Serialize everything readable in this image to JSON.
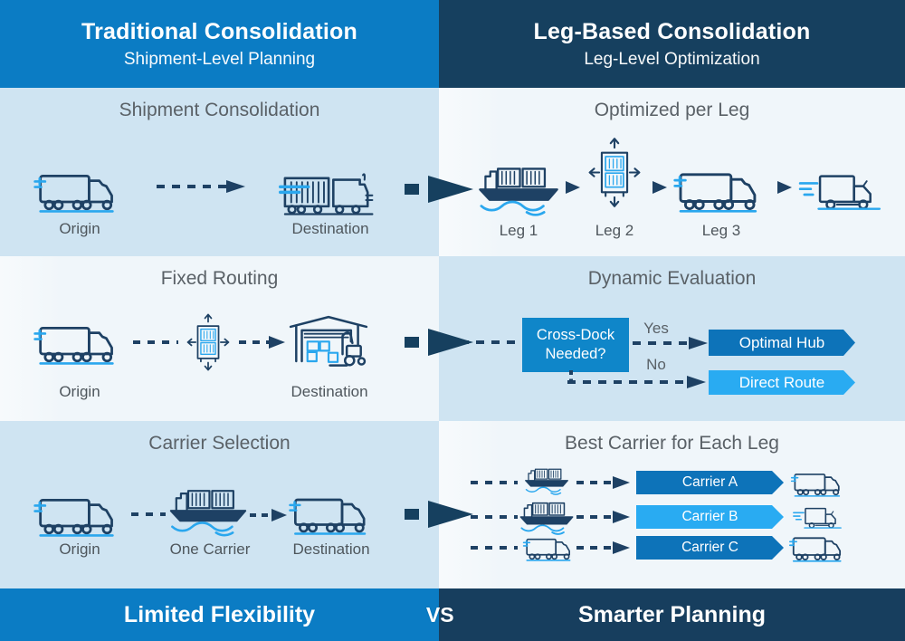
{
  "header": {
    "left": {
      "title": "Traditional Consolidation",
      "subtitle": "Shipment-Level Planning"
    },
    "right": {
      "title": "Leg-Based Consolidation",
      "subtitle": "Leg-Level Optimization"
    }
  },
  "sections": {
    "shipment": {
      "title": "Shipment Consolidation",
      "origin": "Origin",
      "destination": "Destination"
    },
    "optimized": {
      "title": "Optimized per Leg",
      "legs": [
        "Leg 1",
        "Leg 2",
        "Leg 3"
      ]
    },
    "fixed": {
      "title": "Fixed Routing",
      "origin": "Origin",
      "destination": "Destination"
    },
    "dynamic": {
      "title": "Dynamic Evaluation",
      "decision": "Cross-Dock Needed?",
      "yes": "Yes",
      "no": "No",
      "optimal_hub": "Optimal Hub",
      "direct_route": "Direct Route"
    },
    "carrier": {
      "title": "Carrier Selection",
      "origin": "Origin",
      "one_carrier": "One Carrier",
      "destination": "Destination"
    },
    "best": {
      "title": "Best Carrier for Each Leg",
      "carriers": [
        "Carrier A",
        "Carrier B",
        "Carrier C"
      ]
    }
  },
  "footer": {
    "left": "Limited Flexibility",
    "vs": "VS",
    "right": "Smarter Planning"
  },
  "colors": {
    "brand_blue": "#0b7cc4",
    "navy": "#16405f",
    "panel_blue": "#cfe4f2",
    "panel_light": "#f0f6fa",
    "decision_blue": "#0f86c9",
    "banner_dark": "#0d73b9",
    "banner_light": "#29abf2",
    "icon_navy": "#1e4164",
    "icon_accent": "#2aa7ee",
    "title_gray": "#5a6167"
  }
}
